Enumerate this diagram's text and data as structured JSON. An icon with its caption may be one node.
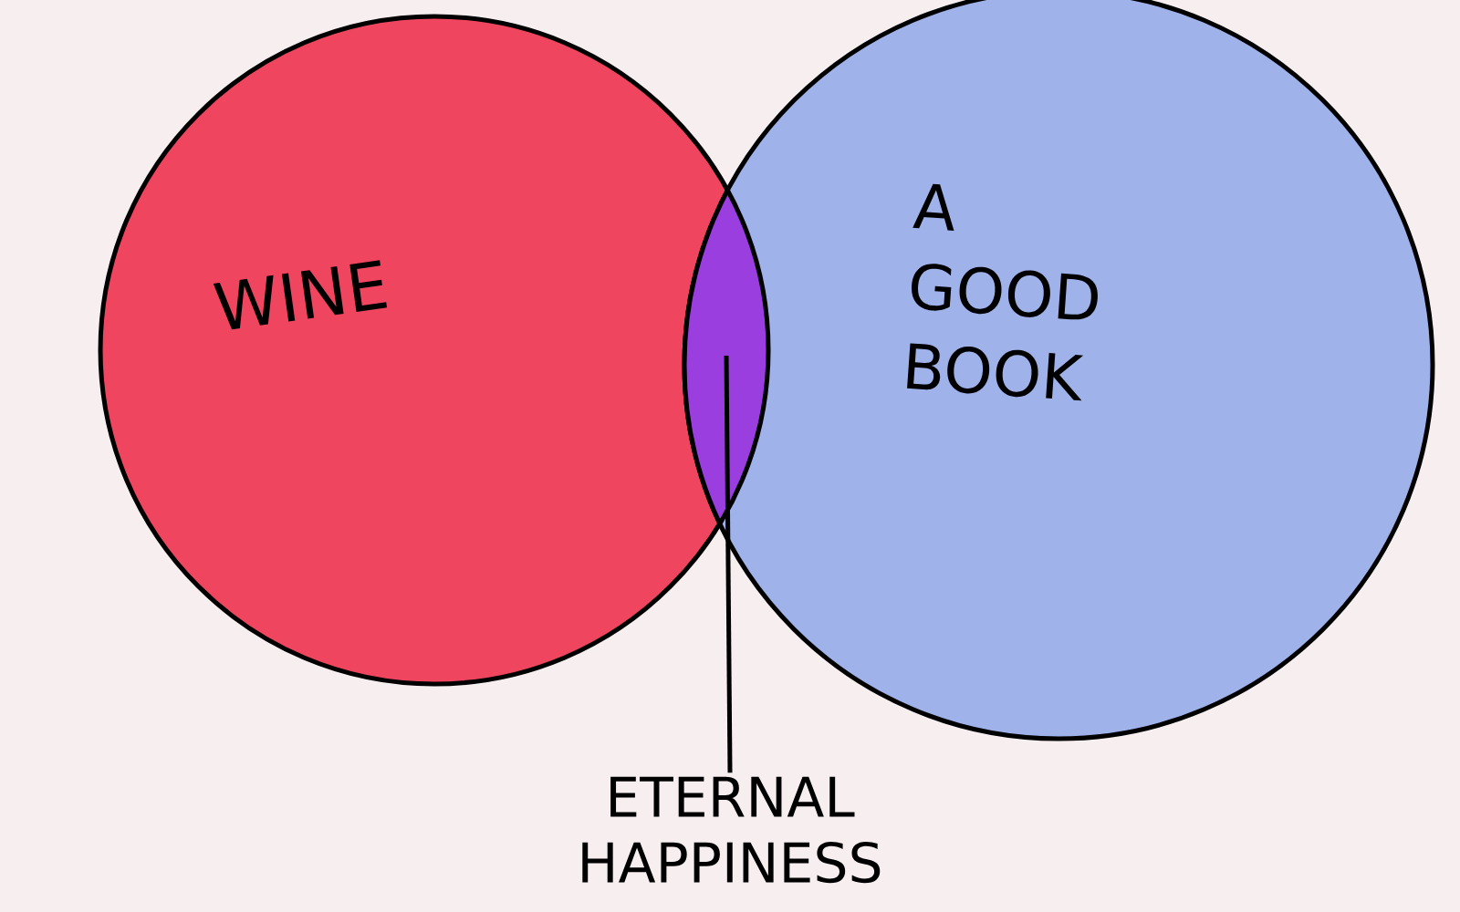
{
  "diagram": {
    "nodes": [
      {
        "text": [
          "WINE"
        ]
      },
      {
        "text": [
          "A GOOD BOOK"
        ]
      },
      {
        "text": [],
        "shape": "lens"
      },
      {
        "text": [
          "ETERNAL HAPPINESS"
        ]
      }
    ],
    "edges": [
      {
        "from": 3,
        "to": 2,
        "arrow": "none"
      }
    ]
  }
}
